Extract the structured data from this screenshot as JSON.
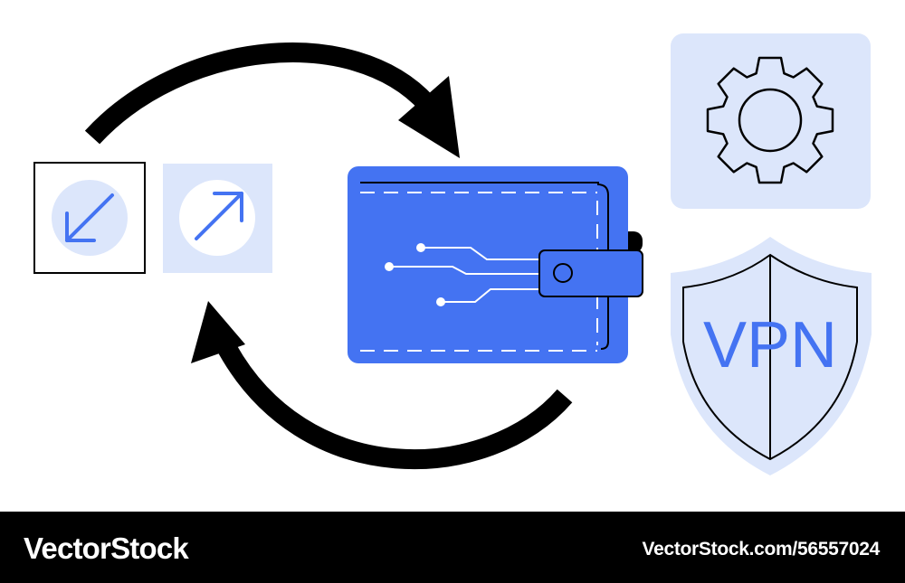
{
  "colors": {
    "accent_blue": "#4473F2",
    "light_blue": "#DCE6FB",
    "ink": "#000000"
  },
  "icons": {
    "top_arrow": "curved-arrow-icon",
    "bottom_arrow": "curved-arrow-icon",
    "incoming": "arrow-down-left-icon",
    "outgoing": "arrow-up-right-icon",
    "wallet": "digital-wallet-icon",
    "settings": "gear-icon",
    "security": "shield-icon"
  },
  "shield": {
    "label": "VPN"
  },
  "footer": {
    "brand": "VectorStock",
    "reference": "VectorStock.com/56557024"
  }
}
